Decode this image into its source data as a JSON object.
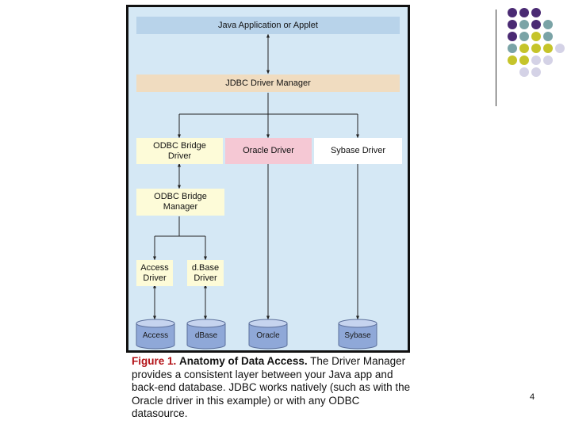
{
  "diagram": {
    "top_box": "Java Application or Applet",
    "manager_box": "JDBC Driver Manager",
    "odbc_bridge_driver": "ODBC Bridge\nDriver",
    "oracle_driver": "Oracle Driver",
    "sybase_driver": "Sybase Driver",
    "odbc_bridge_manager": "ODBC Bridge\nManager",
    "access_driver": "Access\nDriver",
    "dbase_driver": "d.Base\nDriver",
    "databases": [
      "Access",
      "dBase",
      "Oracle",
      "Sybase"
    ]
  },
  "caption": {
    "label": "Figure 1.",
    "title": "Anatomy of Data Access.",
    "text": "The Driver Manager provides a consistent layer between your Java app and back-end database. JDBC works natively (such as with the Oracle driver in this example) or with any ODBC datasource."
  },
  "page_number": "4",
  "colors": {
    "frame_bg": "#d5e8f5",
    "top_box": "#b8d3ea",
    "manager_box": "#f0dcc0",
    "odbc_boxes": "#fdfbd8",
    "oracle_box": "#f5c8d4",
    "sybase_box": "#ffffff",
    "dot_purple": "#4a2a73",
    "dot_teal": "#7aa3a6",
    "dot_olive": "#c5c42a",
    "dot_lavender": "#d4d2e6"
  }
}
